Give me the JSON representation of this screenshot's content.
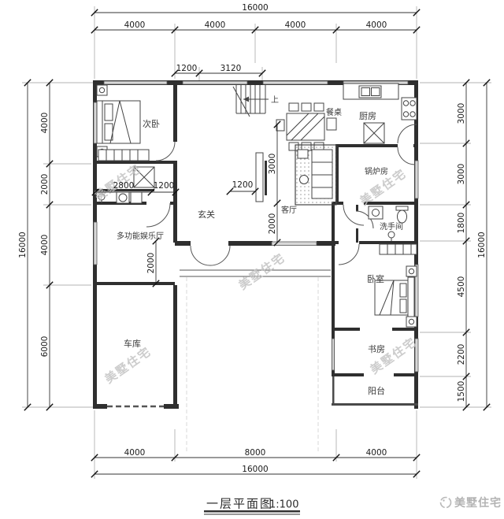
{
  "watermark": {
    "text": "美墅住宅"
  },
  "footer": {
    "title": "一层平面图",
    "scale": "1:100",
    "brand": "美墅住宅"
  },
  "rooms": {
    "secondary_bedroom": "次卧",
    "dining_table": "餐桌",
    "kitchen": "厨房",
    "boiler_room": "锅炉房",
    "living_room": "客厅",
    "entrance": "玄关",
    "multi_hall": "多功能娱乐厅",
    "washroom": "洗手间",
    "bedroom": "卧室",
    "study": "书房",
    "balcony": "阳台",
    "garage": "车库",
    "stairs_up": "上"
  },
  "dimensions": {
    "top": {
      "total": "16000",
      "segments": [
        "4000",
        "4000",
        "4000",
        "4000"
      ],
      "sub_segments": [
        "1200",
        "3120"
      ]
    },
    "bottom": {
      "total": "16000",
      "segments": [
        "4000",
        "8000",
        "4000"
      ]
    },
    "left": {
      "total": "16000",
      "segments": [
        "4000",
        "2000",
        "4000",
        "6000"
      ]
    },
    "right": {
      "total": "16000",
      "segments": [
        "3000",
        "3000",
        "1800",
        "4500",
        "2200",
        "1500"
      ]
    },
    "interior": {
      "closet_width": "2800",
      "closet_door": "1200",
      "tv_wall": "1200",
      "living_depth": "3000",
      "entrance_depth": "2000",
      "multi_hall_depth": "2000"
    }
  },
  "colors": {
    "wall": "#2f2f2f",
    "dimension": "#333333",
    "watermark": "#c4c4c4",
    "brand_gray": "#b3b3b3",
    "window_fill": "#d8d8d8"
  }
}
